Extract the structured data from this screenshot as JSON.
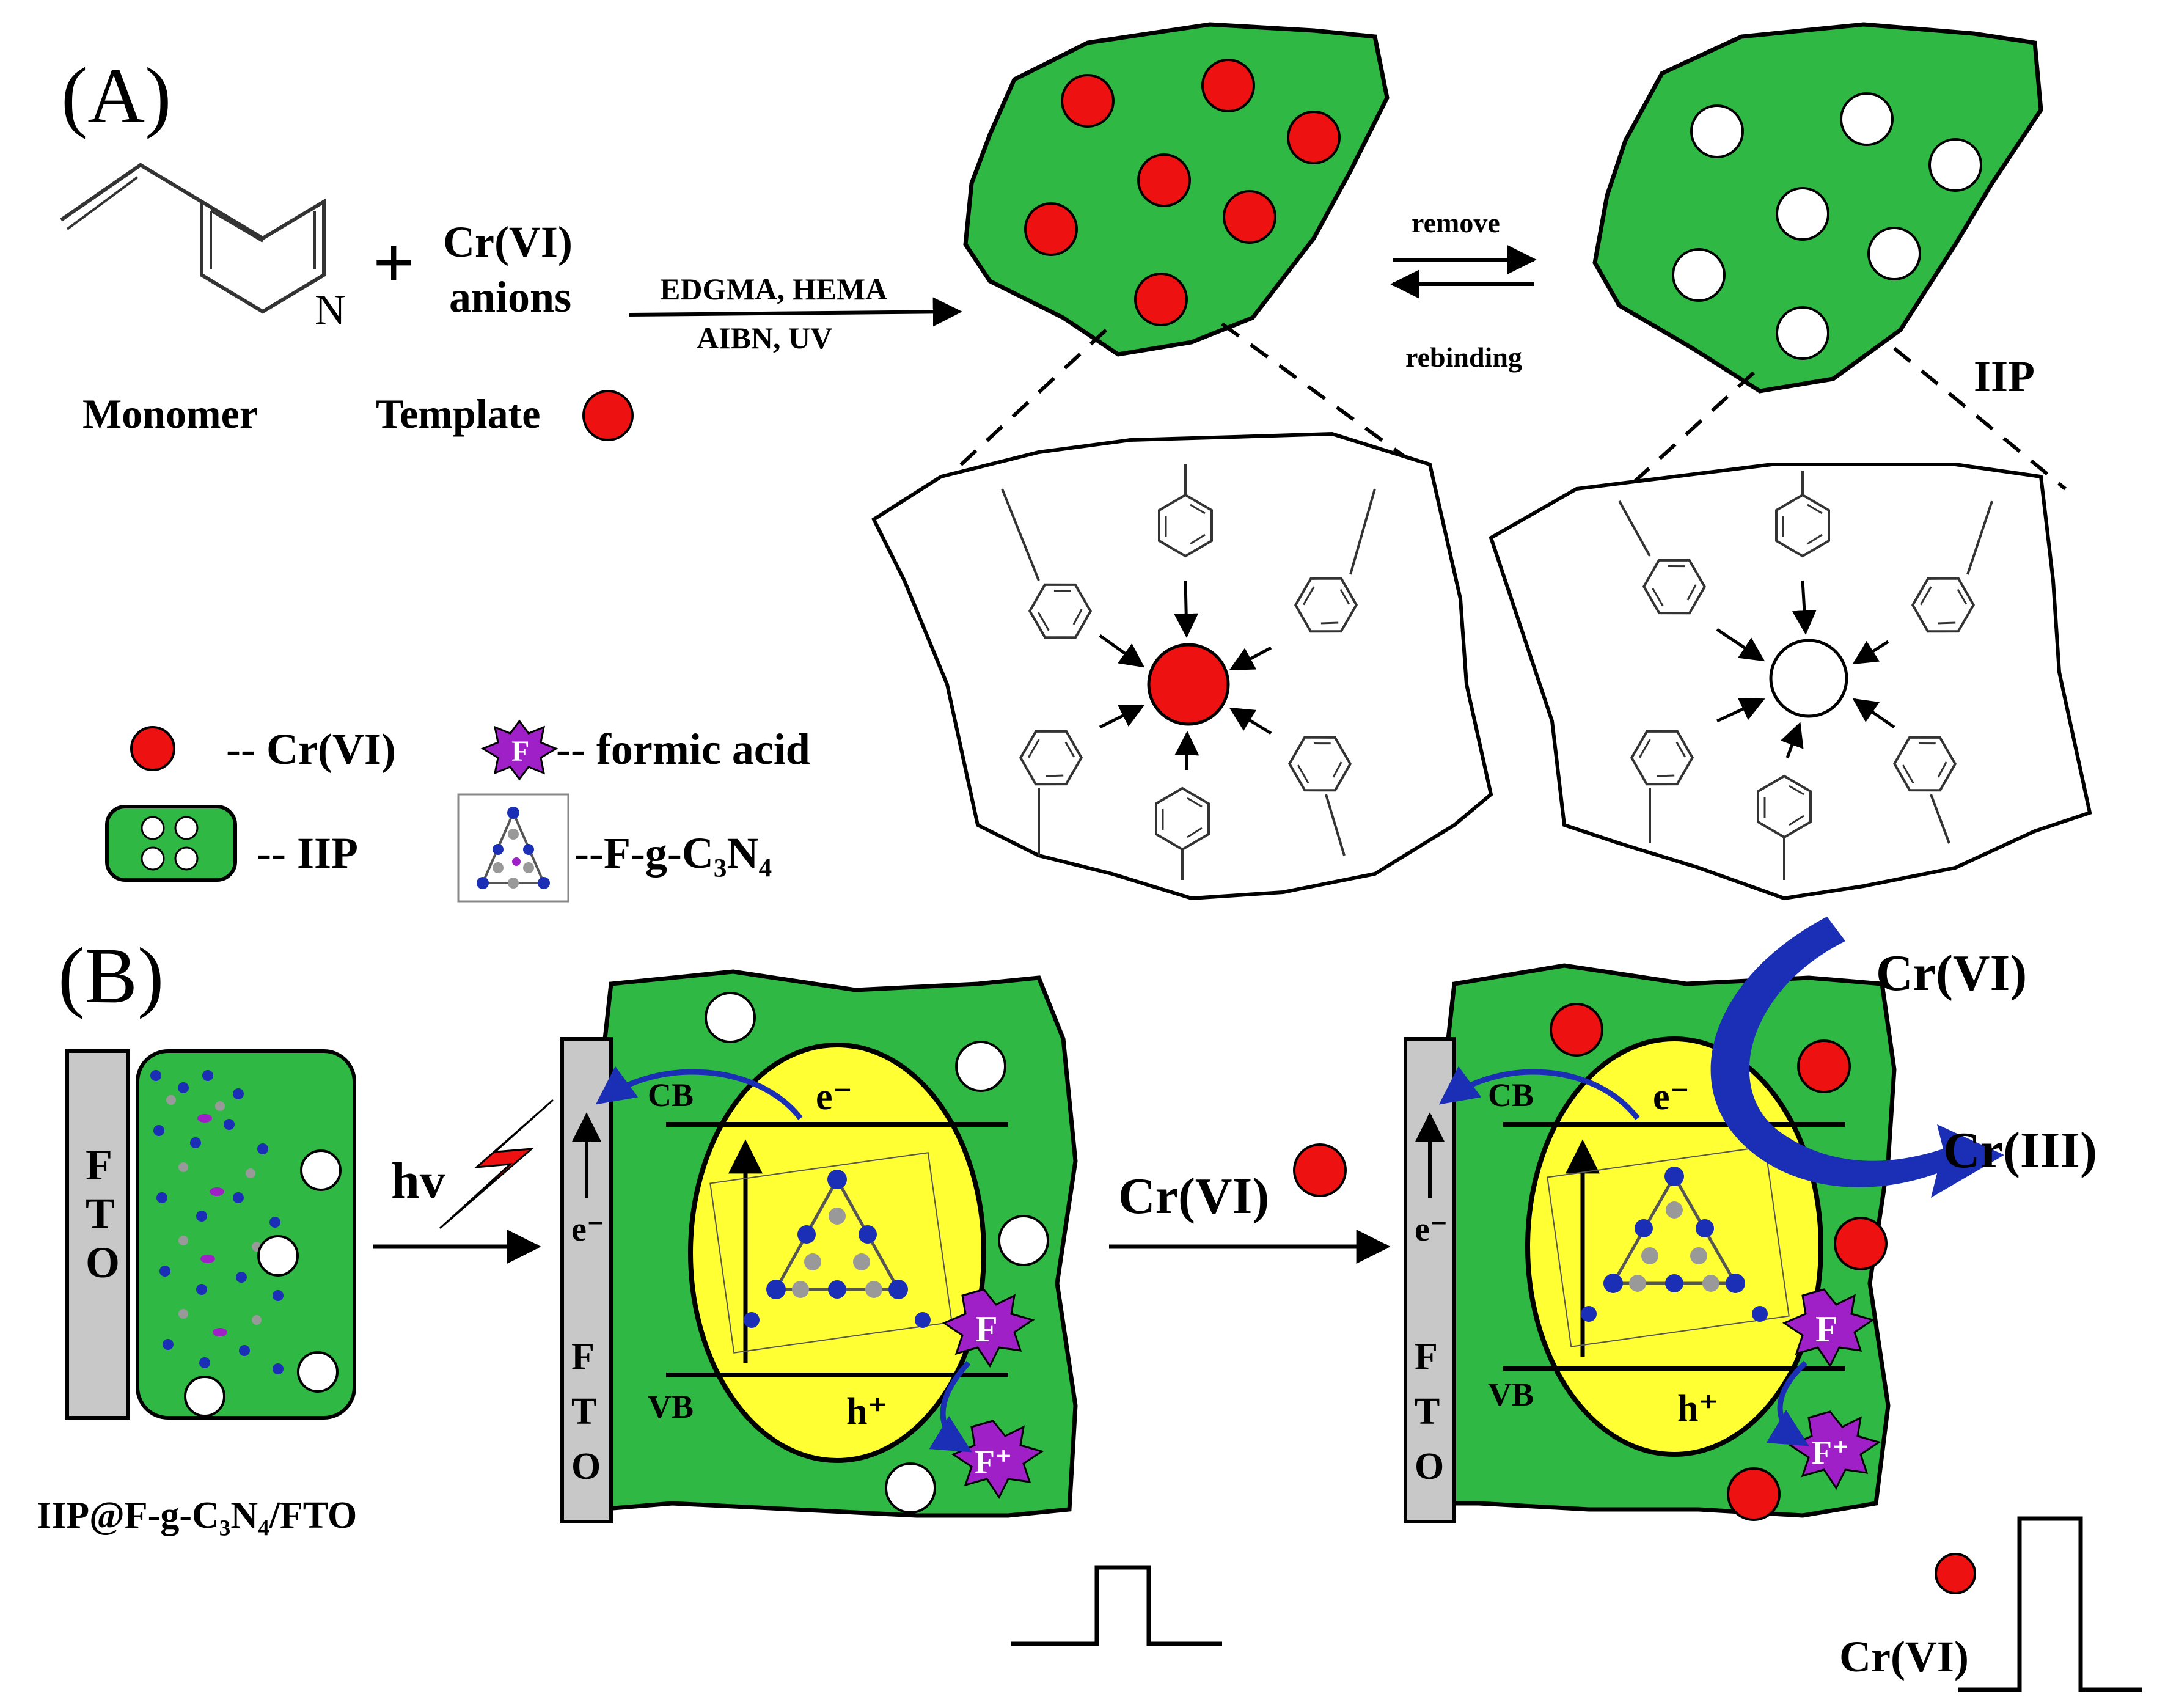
{
  "panel_a": {
    "label": "(A)",
    "monomer_label": "Monomer",
    "nitrogen": "N",
    "plus": "+",
    "template_line1": "Cr(VI)",
    "template_line2": "anions",
    "template_label": "Template",
    "reagents_top": "EDGMA, HEMA",
    "reagents_bottom": "AIBN, UV",
    "remove_label": "remove",
    "rebinding_label": "rebinding",
    "iip_label": "IIP"
  },
  "legend": {
    "crvi": "-- Cr(VI)",
    "formic_acid": "-- formic acid",
    "formic_symbol": "F",
    "iip": "-- IIP",
    "fgcn": "--F-g-C₃N₄"
  },
  "panel_b": {
    "label": "(B)",
    "fto_letters": [
      "F",
      "T",
      "O"
    ],
    "electrode_label": "IIP@F-g-C₃N₄/FTO",
    "hv": "hv",
    "cb": "CB",
    "vb": "VB",
    "electron": "e⁻",
    "electron_small": "e⁻",
    "hole": "h⁺",
    "formic_symbol": "F",
    "formic_oxidized": "F⁺",
    "crvi_arrow_label": "Cr(VI)",
    "crvi_in": "Cr(VI)",
    "criii_out": "Cr(III)",
    "crvi_small": "Cr(VI)"
  },
  "colors": {
    "polymer_green": "#2fb844",
    "template_red": "#ee1111",
    "semiconductor_yellow": "#ffff33",
    "arrow_blue": "#1a2fb5",
    "formic_purple": "#a020c8",
    "fto_gray": "#c8c8c8",
    "lightning_red": "#ee1111"
  }
}
